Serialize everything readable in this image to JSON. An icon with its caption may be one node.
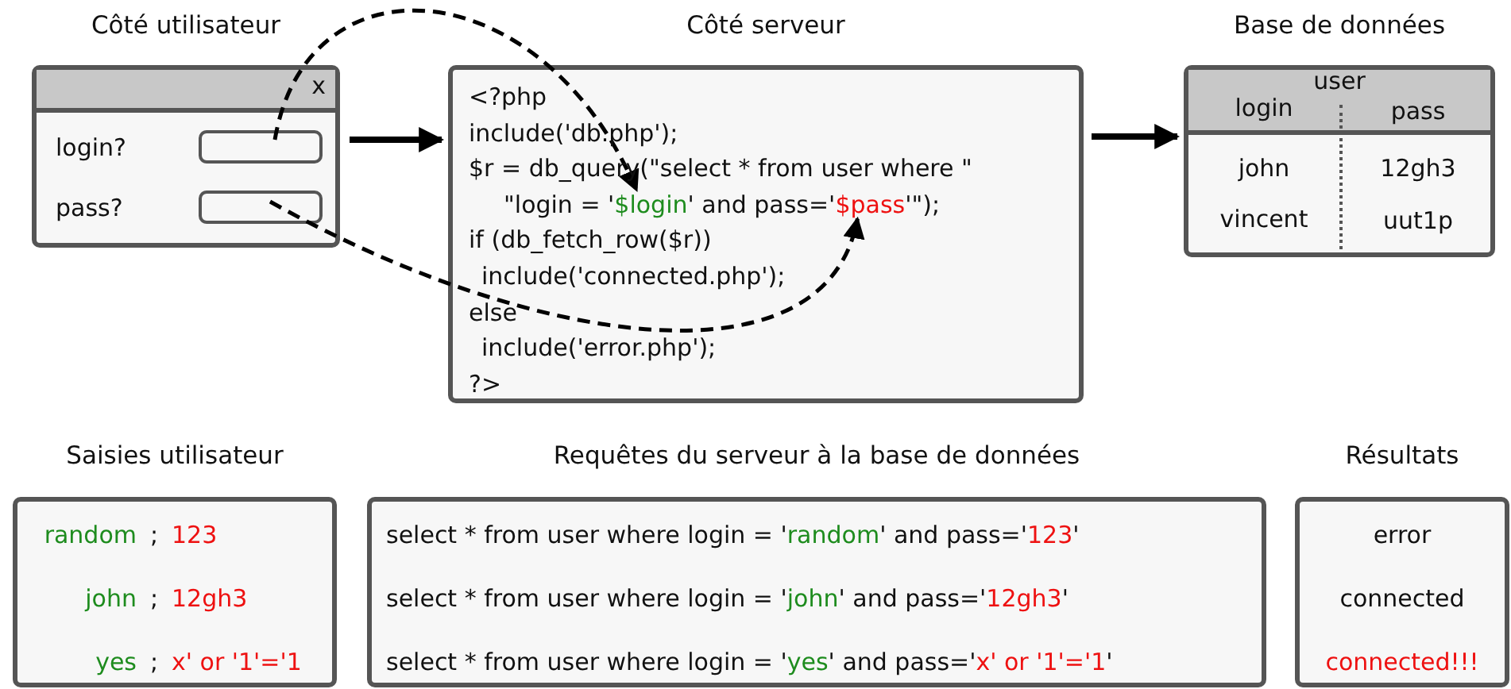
{
  "diagram": {
    "nodes": [
      {
        "text": [
          "Côté utilisateur",
          "x",
          "login?",
          "pass?"
        ]
      },
      {
        "text": [],
        "shape": "box",
        "in": 0
      },
      {
        "text": [],
        "shape": "box",
        "in": 0
      },
      {
        "text": [
          "Côté serveur",
          "<?php",
          "include('db.php');",
          "$r = db_query(\"select * from user where \"",
          "\"login = '",
          "' and pass='",
          "'\");",
          "if (db_fetch_row($r))",
          "include('connected.php');",
          "else",
          "include('error.php');",
          "?>"
        ]
      },
      {
        "text": [
          "$login"
        ],
        "in": 3
      },
      {
        "text": [
          "$pass"
        ],
        "in": 3
      },
      {
        "text": [
          "Base de données",
          "user",
          "login",
          "pass",
          "john",
          "12gh3",
          "vincent",
          "uut1p"
        ]
      },
      {
        "text": [
          "Saisies utilisateur",
          "random",
          ";",
          "123",
          "john",
          ";",
          "12gh3",
          "yes",
          ";",
          "x' or '1'='1"
        ]
      },
      {
        "text": [
          "Requêtes du serveur à la base de données",
          "select * from user where login = '",
          "random",
          "' and pass='",
          "123",
          "'",
          "select * from user where login = '",
          "john",
          "' and pass='",
          "12gh3",
          "'",
          "select * from user where login = '",
          "yes",
          "' and pass='",
          "x' or '1'='1",
          "'"
        ]
      },
      {
        "text": [
          "Résultats",
          "error",
          "connected",
          "connected!!!"
        ]
      }
    ],
    "edges": [
      {
        "from": 0,
        "to": 3,
        "arrow": "to"
      },
      {
        "from": 3,
        "to": 6,
        "arrow": "to"
      },
      {
        "from": 1,
        "to": 4,
        "arrow": "to",
        "style": "dashed"
      },
      {
        "from": 2,
        "to": 5,
        "arrow": "to",
        "style": "dashed"
      }
    ]
  }
}
